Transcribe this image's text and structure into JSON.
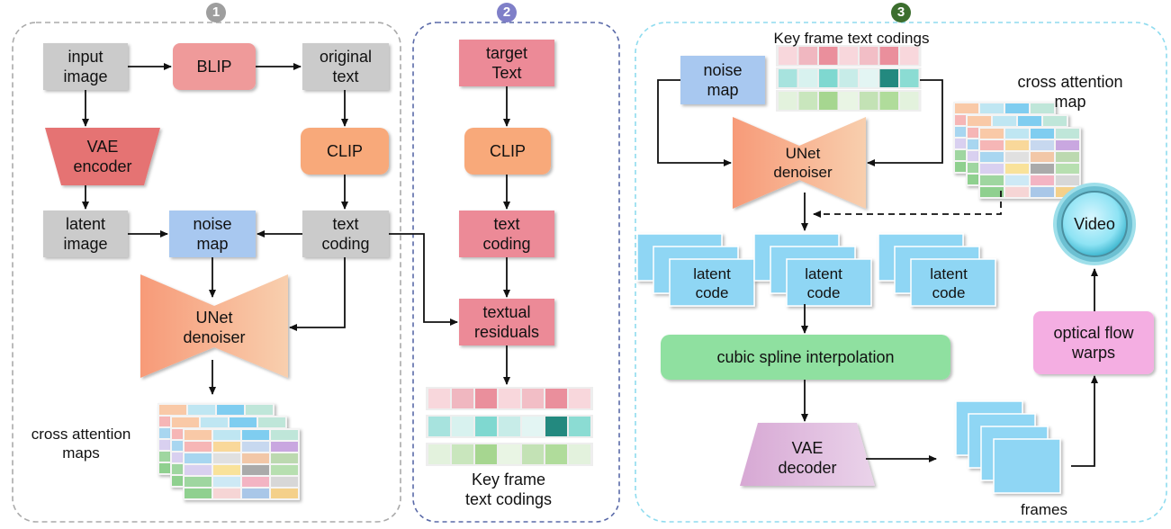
{
  "panel1": {
    "number": "1",
    "input_image": "input\nimage",
    "blip": "BLIP",
    "original_text": "original\ntext",
    "vae_encoder": "VAE\nencoder",
    "clip": "CLIP",
    "latent_image": "latent\nimage",
    "noise_map": "noise\nmap",
    "text_coding": "text\ncoding",
    "unet": "UNet\ndenoiser",
    "cross_attention_maps": "cross attention\nmaps"
  },
  "panel2": {
    "number": "2",
    "target_text": "target\nText",
    "clip": "CLIP",
    "text_coding": "text\ncoding",
    "textual_residuals": "textual\nresiduals",
    "key_frame_text_codings": "Key frame\ntext codings"
  },
  "panel3": {
    "number": "3",
    "key_frame_text_codings": "Key frame text codings",
    "noise_map": "noise\nmap",
    "cross_attention_map": "cross attention\nmap",
    "unet": "UNet\ndenoiser",
    "video": "Video",
    "latent_code": "latent\ncode",
    "cubic_spline": "cubic spline interpolation",
    "optical_flow": "optical flow\nwarps",
    "vae_decoder": "VAE\ndecoder",
    "frames": "frames"
  },
  "colors": {
    "gray_box": "#cbcbcb",
    "blip": "#ef9a9a",
    "vae_encoder": "#e57373",
    "clip": "#f8a97a",
    "noise_map": "#a8c8f0",
    "text_coding_pink": "#ec8a97",
    "unet": "#f6a986",
    "latent_code": "#8fd6f4",
    "cubic_spline": "#8fe0a0",
    "optical_flow": "#f4aee2",
    "vae_decoder": "#dcb6dc",
    "panel1_border": "#aaaaaa",
    "panel2_border": "#5a6aa8",
    "panel3_border": "#8fdcef",
    "num1": "#9e9e9e",
    "num2": "#7f7fc8",
    "num3": "#3c6e2e"
  }
}
